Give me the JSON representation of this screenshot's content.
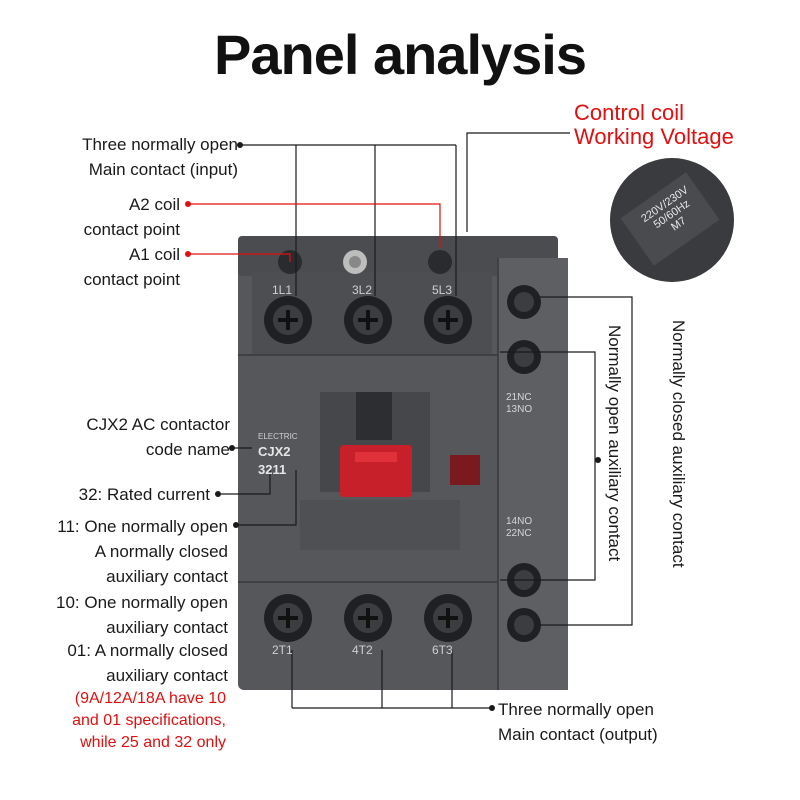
{
  "title": "Panel analysis",
  "labels": {
    "main_input": [
      "Three normally open",
      "Main contact (input)"
    ],
    "a2": [
      "A2 coil",
      "contact point"
    ],
    "a1": [
      "A1 coil",
      "contact point"
    ],
    "code": [
      "CJX2 AC contactor",
      "code name"
    ],
    "rated": "32: Rated current",
    "aux11": [
      "11: One normally open",
      "A normally closed",
      "auxiliary contact"
    ],
    "aux10": [
      "10: One normally open",
      "auxiliary contact"
    ],
    "aux01": [
      "01: A normally closed",
      "auxiliary contact"
    ],
    "note": [
      "(9A/12A/18A have 10",
      "and 01 specifications,",
      "while 25 and 32 only"
    ],
    "coil_voltage": [
      "Control coil",
      "Working Voltage"
    ],
    "main_output": [
      "Three normally open",
      "Main contact (output)"
    ],
    "no_aux": "Normally open auxiliary contact",
    "nc_aux": "Normally closed auxiliary contact"
  },
  "device": {
    "brand": "ELECTRIC",
    "model": "CJX2",
    "code": "3211",
    "top_terminals": [
      "1L1",
      "3L2",
      "5L3"
    ],
    "bottom_terminals": [
      "2T1",
      "4T2",
      "6T3"
    ],
    "aux_top": [
      "21NC",
      "13NO"
    ],
    "aux_bottom": [
      "14NO",
      "22NC"
    ],
    "coil_tag": [
      "220V/230V",
      "50/60Hz",
      "M7"
    ]
  },
  "colors": {
    "body": "#55575b",
    "accent_red": "#e01010",
    "actuator_red": "#c8202a"
  }
}
